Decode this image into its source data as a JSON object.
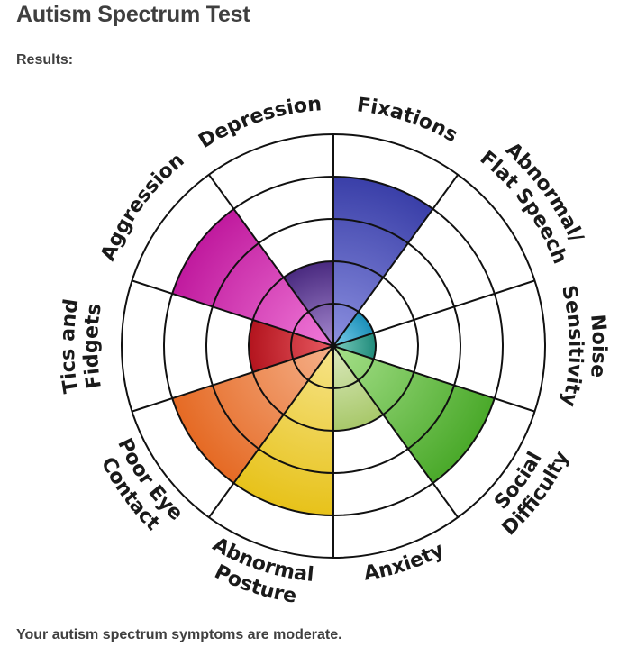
{
  "page": {
    "title": "Autism Spectrum Test",
    "results_label": "Results:",
    "summary": "Your autism spectrum symptoms are moderate."
  },
  "chart_data": {
    "type": "polar-area",
    "scale_max": 5,
    "grid": true,
    "categories": [
      {
        "name": "Fixations",
        "label_lines": [
          "Fixations"
        ],
        "value": 4,
        "color": "#3a3fa8",
        "color_inner": "#8c90e0"
      },
      {
        "name": "Abnormal/ Flat Speech",
        "label_lines": [
          "Abnormal/",
          "Flat Speech"
        ],
        "value": 1,
        "color": "#1a8fb8",
        "color_inner": "#7fd0ec"
      },
      {
        "name": "Noise Sensitivity",
        "label_lines": [
          "Noise",
          "Sensitivity"
        ],
        "value": 1,
        "color": "#1f8a7a",
        "color_inner": "#7ccfc0"
      },
      {
        "name": "Social Difficulty",
        "label_lines": [
          "Social",
          "Difficulty"
        ],
        "value": 4,
        "color": "#4aa92a",
        "color_inner": "#a6e08a"
      },
      {
        "name": "Anxiety",
        "label_lines": [
          "Anxiety"
        ],
        "value": 2,
        "color": "#a8c86a",
        "color_inner": "#dceabf"
      },
      {
        "name": "Abnormal Posture",
        "label_lines": [
          "Abnormal",
          "Posture"
        ],
        "value": 4,
        "color": "#e7c21a",
        "color_inner": "#f6e48a"
      },
      {
        "name": "Poor Eye Contact",
        "label_lines": [
          "Poor Eye",
          "Contact"
        ],
        "value": 4,
        "color": "#e56a24",
        "color_inner": "#f5b08a"
      },
      {
        "name": "Tics and Fidgets",
        "label_lines": [
          "Tics and",
          "Fidgets"
        ],
        "value": 2,
        "color": "#b3141e",
        "color_inner": "#e85a62"
      },
      {
        "name": "Aggression",
        "label_lines": [
          "Aggression"
        ],
        "value": 4,
        "color": "#c01a9e",
        "color_inner": "#f07ad8"
      },
      {
        "name": "Depression",
        "label_lines": [
          "Depression"
        ],
        "value": 2,
        "color": "#4a2a80",
        "color_inner": "#a68ad0"
      }
    ]
  }
}
